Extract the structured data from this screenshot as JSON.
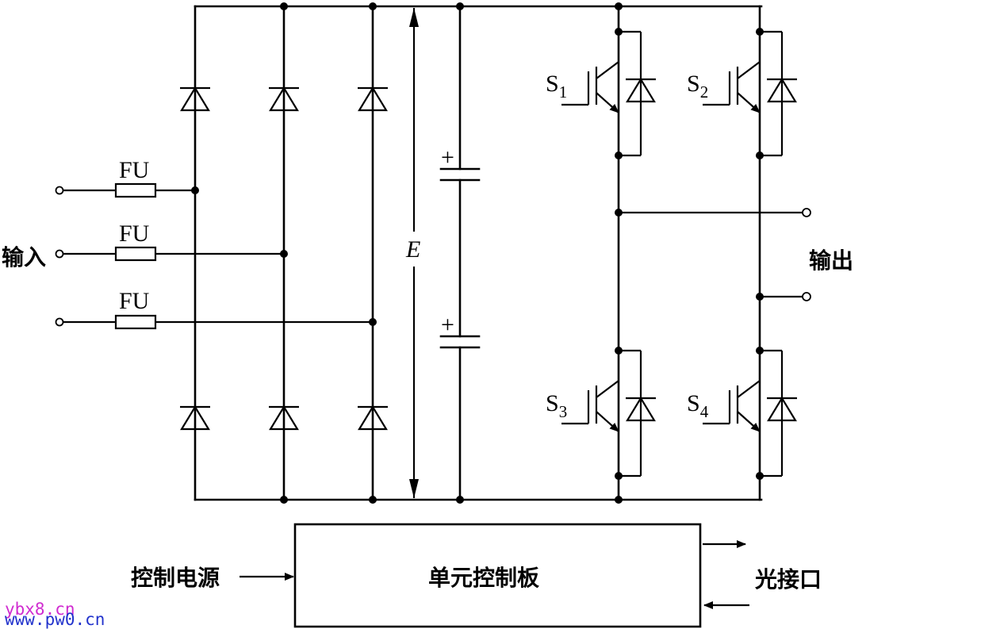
{
  "labels": {
    "fuse": "FU",
    "dc_voltage": "E",
    "input": "输入",
    "output": "输出",
    "control_power": "控制电源",
    "control_board": "单元控制板",
    "optical_port": "光接口",
    "capacitor_polarity": "+"
  },
  "switches": [
    {
      "letter": "S",
      "index": "1"
    },
    {
      "letter": "S",
      "index": "2"
    },
    {
      "letter": "S",
      "index": "3"
    },
    {
      "letter": "S",
      "index": "4"
    }
  ],
  "watermark": {
    "line1": "ybx8.cn",
    "line2": "www.pw0.cn"
  },
  "colors": {
    "line": "#000000",
    "background": "#ffffff",
    "watermark_top": "#d02bd0",
    "watermark_bottom": "#2233cc"
  }
}
